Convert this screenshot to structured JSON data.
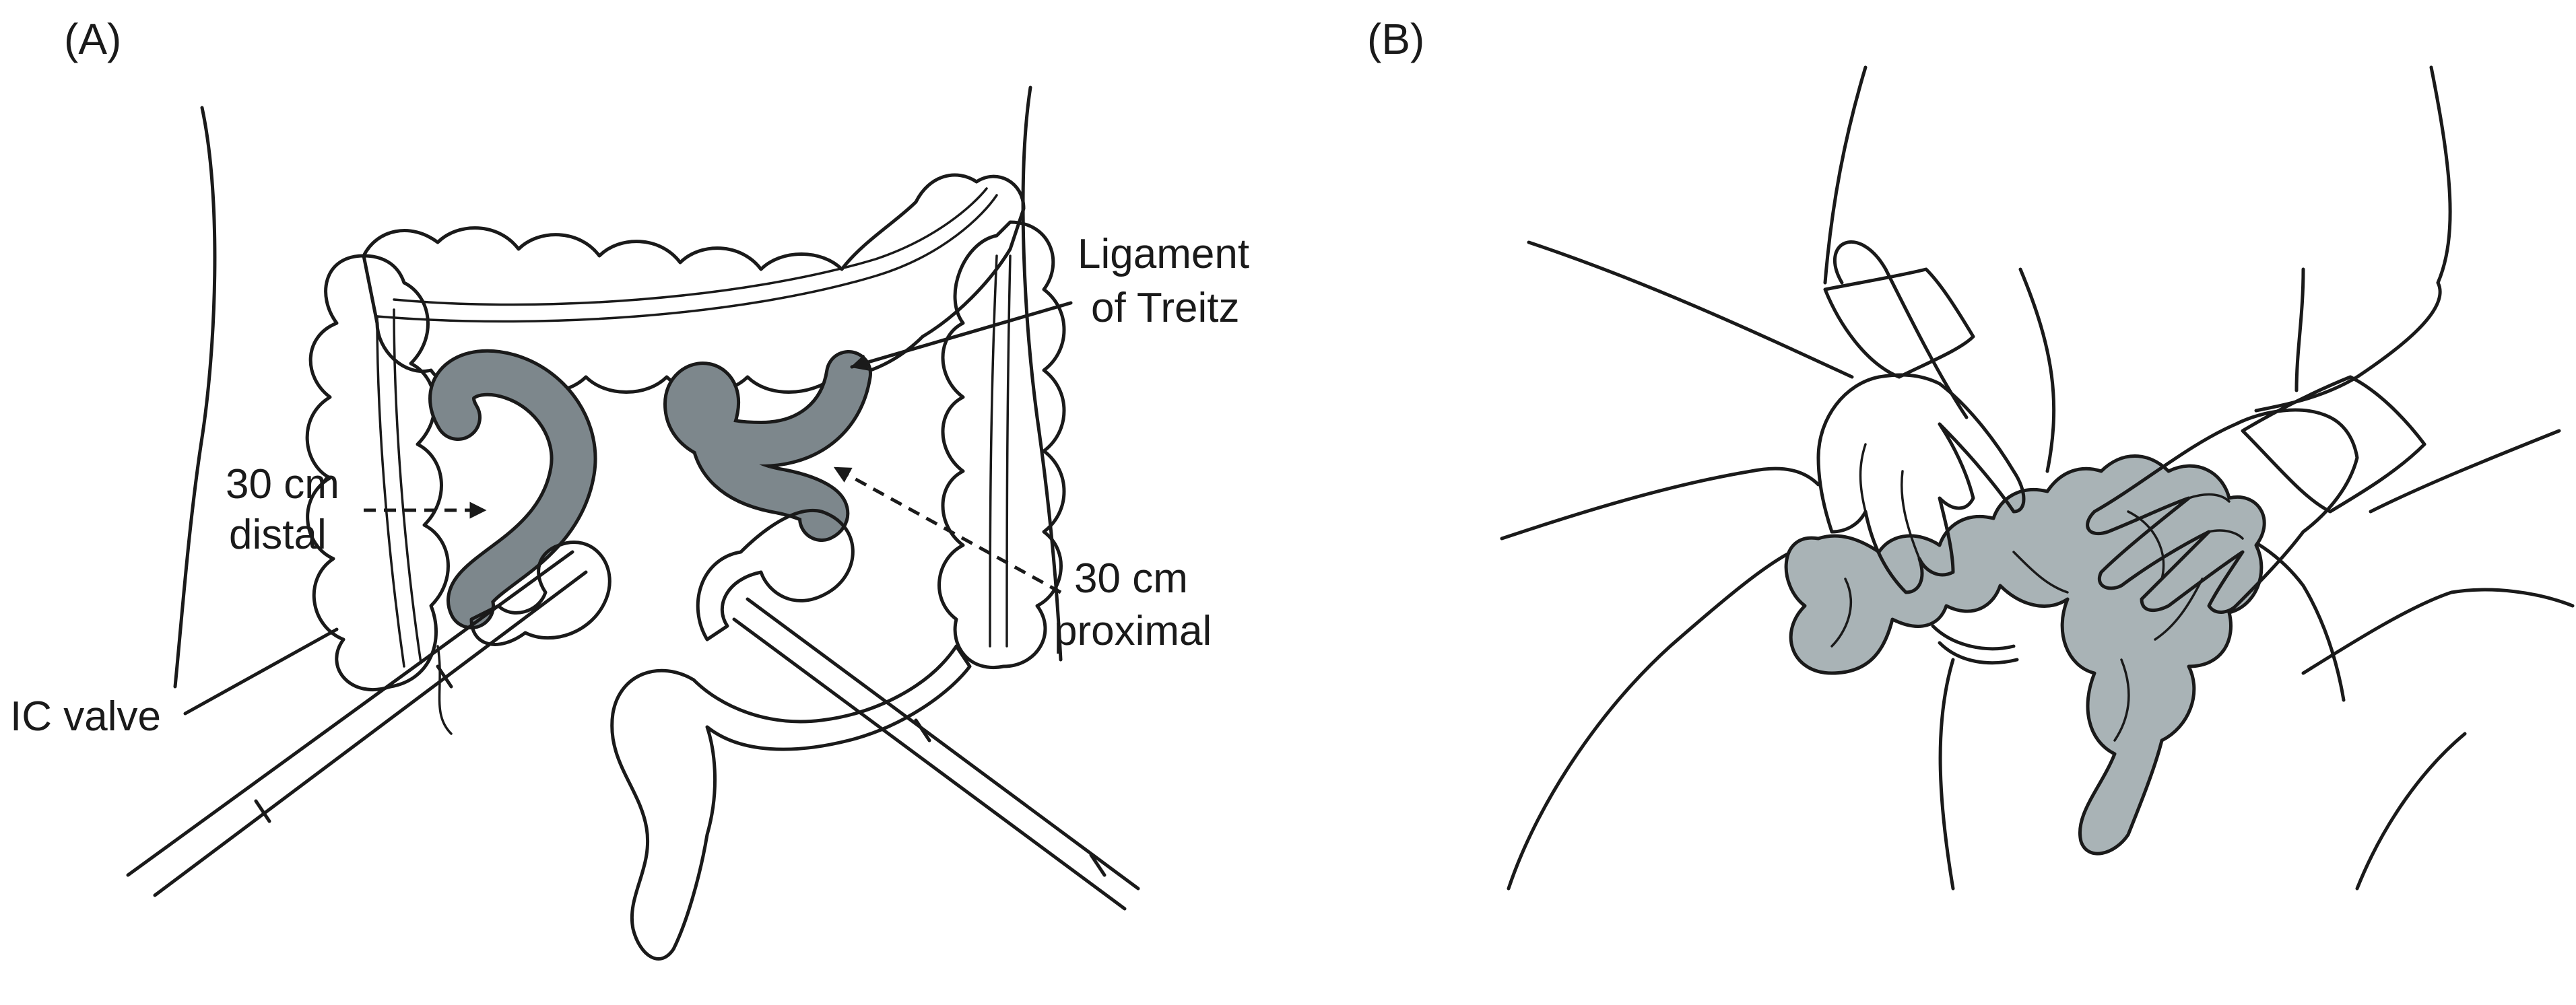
{
  "panels": {
    "a": {
      "label": "(A)"
    },
    "b": {
      "label": "(B)"
    }
  },
  "annotations": {
    "ligament": {
      "line1": "Ligament",
      "line2": "of Treitz"
    },
    "distal": {
      "line1": "30 cm",
      "line2": "distal"
    },
    "proximal": {
      "line1": "30 cm",
      "line2": "proximal"
    },
    "ic_valve": "IC valve"
  },
  "colors": {
    "marked_bowel": "#7d878c",
    "bowel_b": "#a9b3b6",
    "outline": "#1a1a1a",
    "background": "#ffffff"
  }
}
